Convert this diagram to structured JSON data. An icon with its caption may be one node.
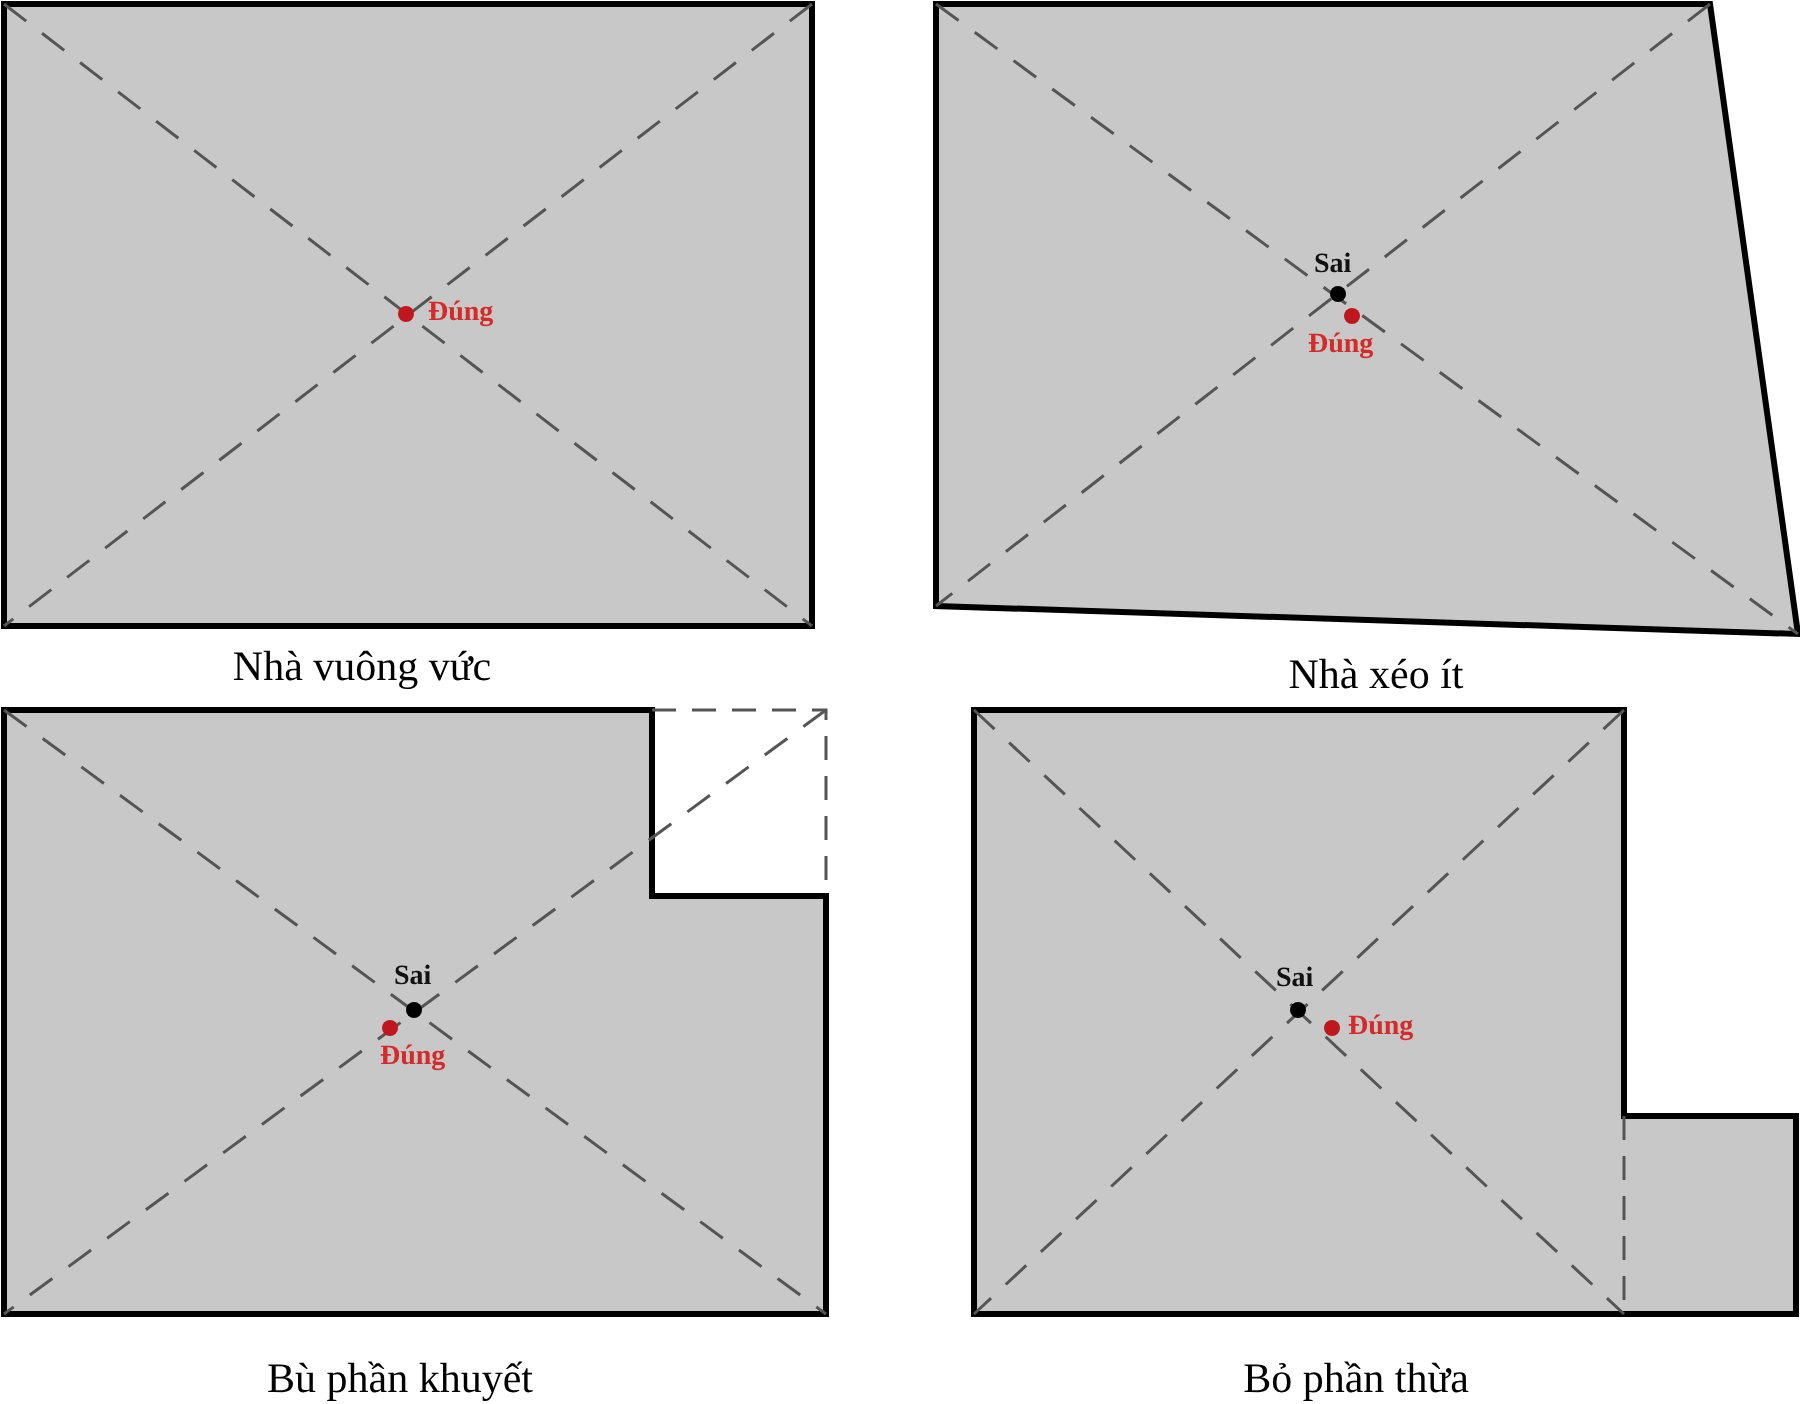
{
  "diagram": {
    "nodes": [
      {
        "text": [
          "Đúng"
        ],
        "beside": [
          "Nhà vuông vức"
        ]
      },
      {
        "text": [
          "Sai",
          "Đúng"
        ],
        "beside": [
          "Nhà xéo ít"
        ]
      },
      {
        "text": [
          "Sai",
          "Đúng"
        ],
        "beside": [
          "Bù phần khuyết"
        ]
      },
      {
        "text": [
          "Sai",
          "Đúng"
        ],
        "beside": [
          "Bỏ phần thừa"
        ]
      }
    ]
  }
}
